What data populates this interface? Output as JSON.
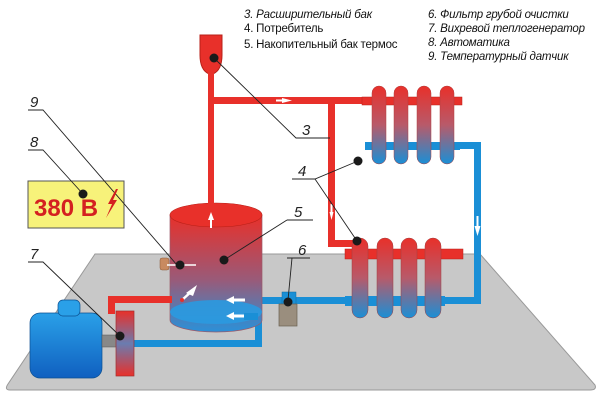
{
  "legend_left": [
    "3. Расширительный бак",
    "4. Потребитель",
    "5. Накопительный бак термос"
  ],
  "legend_right": [
    "6. Фильтр грубой очистки",
    "7. Вихревой теплогенератор",
    "8. Автоматика",
    "9. Температурный датчик"
  ],
  "callouts": {
    "c3": "3",
    "c4": "4",
    "c5": "5",
    "c6": "6",
    "c7": "7",
    "c8": "8",
    "c9": "9"
  },
  "voltage_sign": {
    "text": "380 В",
    "icon": "lightning-icon"
  },
  "colors": {
    "hot": "#e8302a",
    "cold": "#1a8fd6",
    "sign_bg": "#f7f27a",
    "sign_text": "#d42020",
    "floor": "#c8c8c8",
    "motor": "#1a7fd0"
  }
}
